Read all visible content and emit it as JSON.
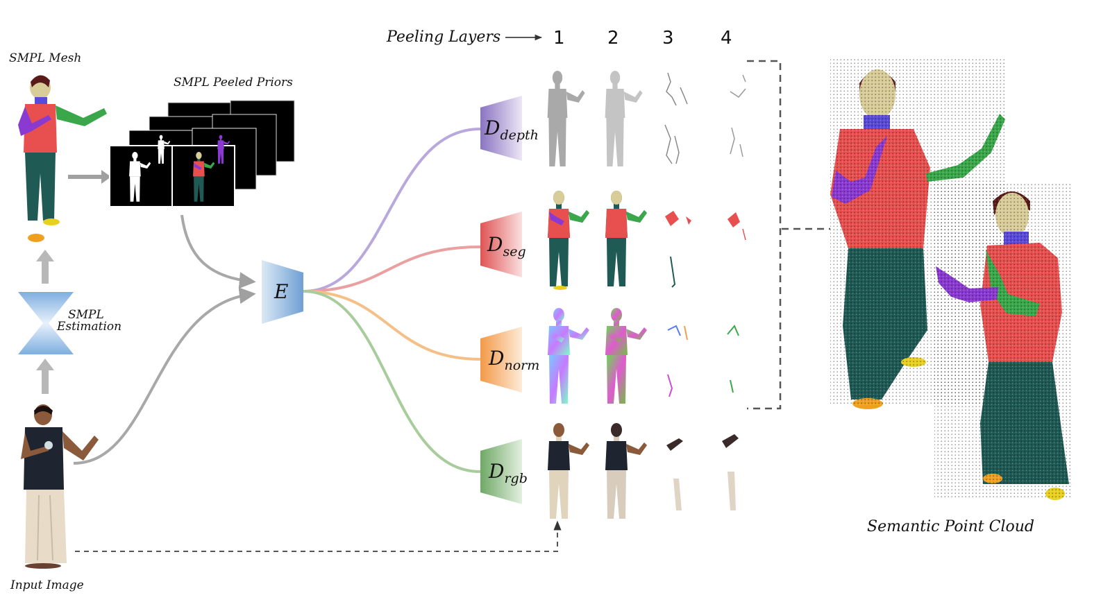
{
  "labels": {
    "smpl_mesh": "SMPL Mesh",
    "smpl_peeled_priors": "SMPL Peeled Priors",
    "smpl_estimation_line1": "SMPL",
    "smpl_estimation_line2": "Estimation",
    "input_image": "Input Image",
    "peeling_layers": "Peeling Layers",
    "encoder": "E",
    "semantic_point_cloud": "Semantic Point Cloud"
  },
  "layer_numbers": [
    "1",
    "2",
    "3",
    "4"
  ],
  "decoders": [
    {
      "main": "D",
      "sub": "depth",
      "color": "#a08cc8"
    },
    {
      "main": "D",
      "sub": "seg",
      "color": "#e05a5a"
    },
    {
      "main": "D",
      "sub": "norm",
      "color": "#f0a050"
    },
    {
      "main": "D",
      "sub": "rgb",
      "color": "#7ab070"
    }
  ],
  "colors": {
    "encoder": "#7aa6d6",
    "arrow_gray": "#a0a0a0",
    "shirt_red": "#e85050",
    "pants_teal": "#1f5a55",
    "arm_green": "#3aa84a",
    "arm_purple": "#8a3ad0",
    "neck_blue": "#5a4ad8",
    "skin": "#d8cc98",
    "shoe_yellow": "#e8d020",
    "hair": "#5a1a1a",
    "dark_shirt": "#1e2430",
    "lungi": "#e8dcc8",
    "skin_dark": "#8a5a3a"
  }
}
